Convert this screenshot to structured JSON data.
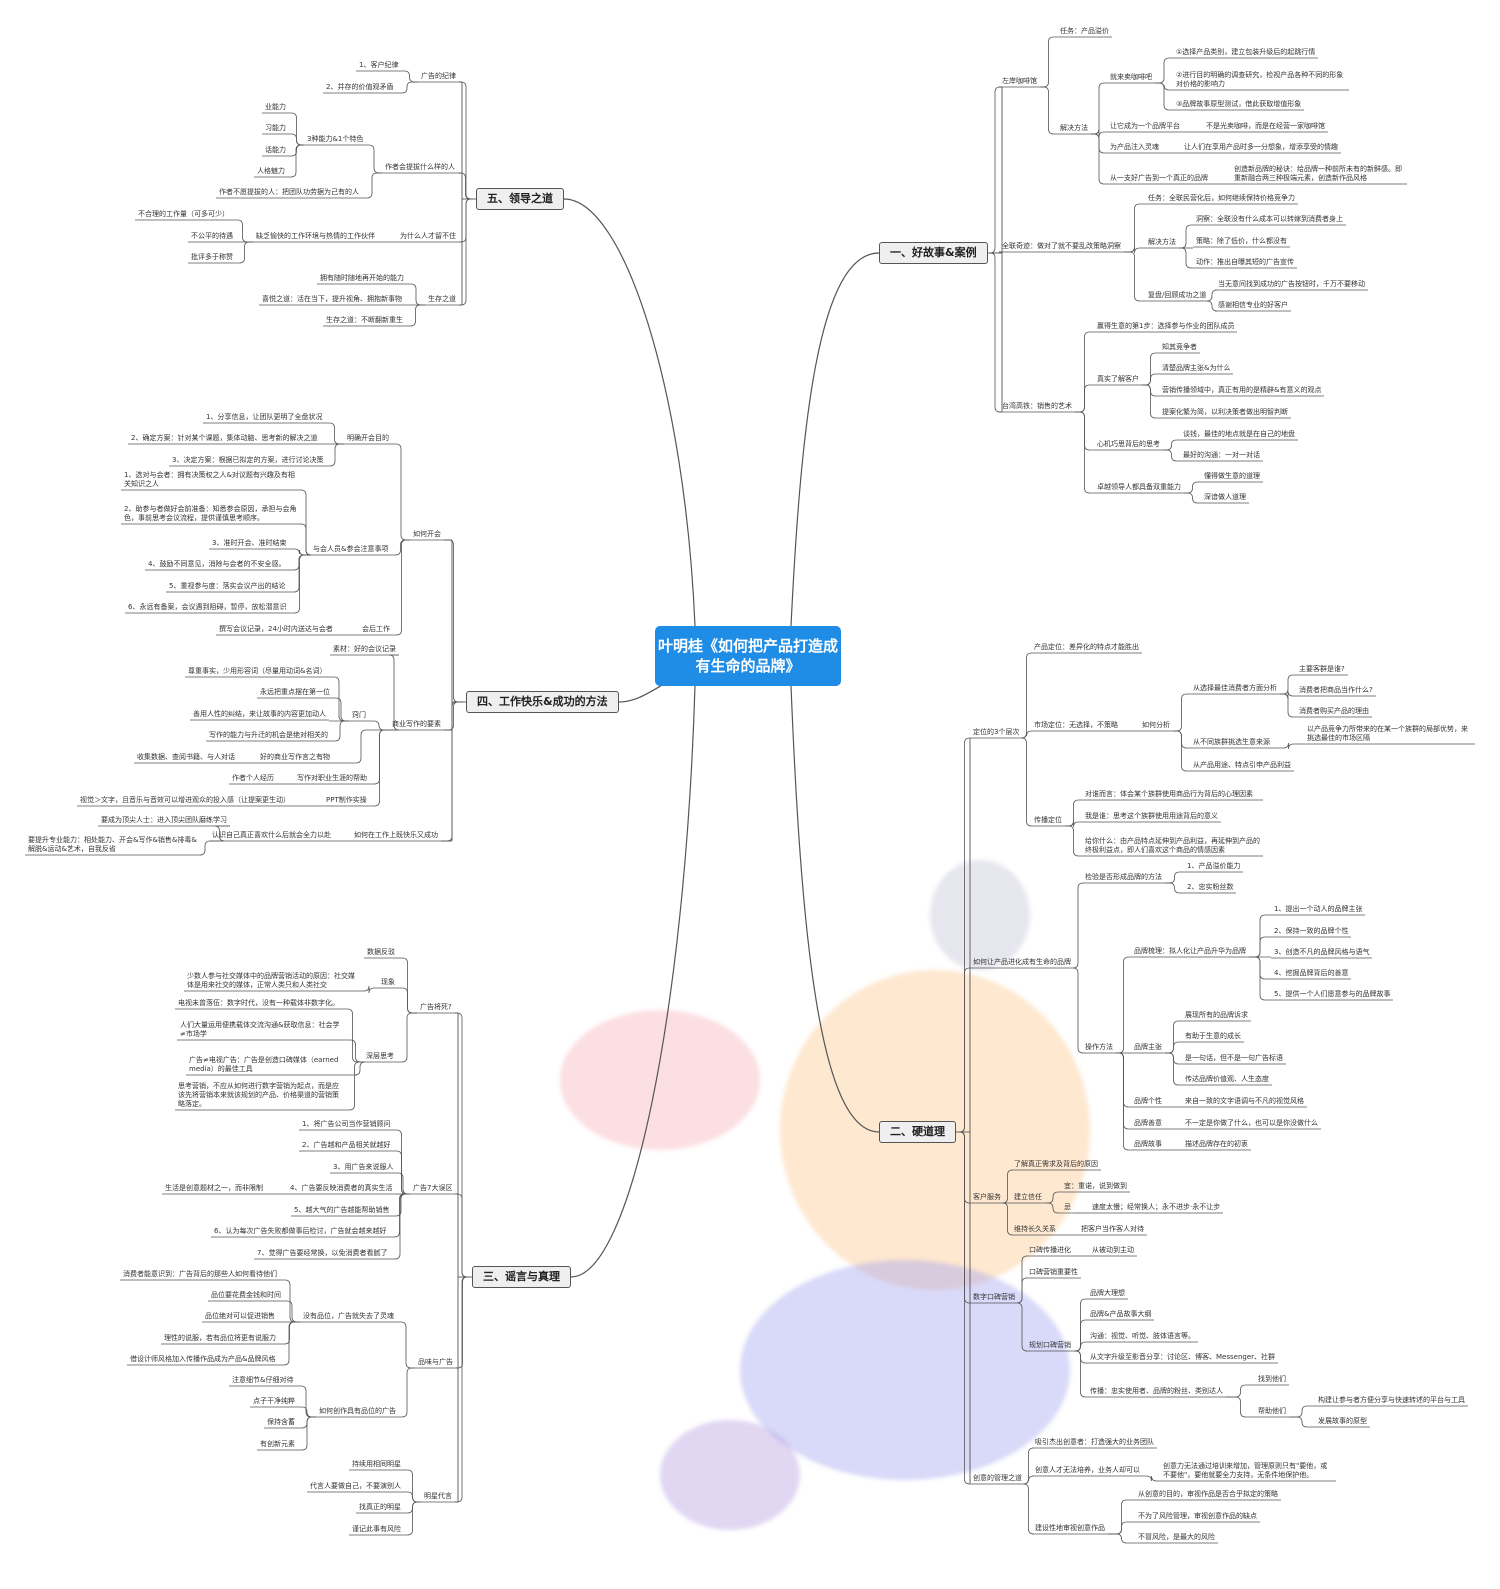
{
  "root": {
    "title": "叶明桂《如何把产品打造成有生命的品牌》"
  },
  "branches": {
    "b1": {
      "label": "一、好故事&案例"
    },
    "b2": {
      "label": "二、硬道理"
    },
    "b3": {
      "label": "三、谣言与真理"
    },
    "b4": {
      "label": "四、工作快乐&成功的方法"
    },
    "b5": {
      "label": "五、领导之道"
    }
  },
  "nodes": {
    "b1_1": "左岸咖啡馆",
    "b1_1a": "任务：产品溢价",
    "b1_1b": "解决方法",
    "b1_1b1": "就来卖咖啡吧",
    "b1_1b1a": "①选择产品类别，建立包装升级后的起跳行情",
    "b1_1b1b": "②进行目的明确的调查研究，检视产品各种不同的形象对价格的影响力",
    "b1_1b1c": "③品牌故事原型测试，借此获取增值形象",
    "b1_1b2": "让它成为一个品牌平台",
    "b1_1b2a": "不是光卖咖啡，而是在经营一家咖啡馆",
    "b1_1b3": "为产品注入灵魂",
    "b1_1b3a": "让人们在享用产品时多一分想象，增添享受的情趣",
    "b1_1b4": "从一支好广告到一个真正的品牌",
    "b1_1b4a": "创造新品牌的秘诀：给品牌一种前所未有的新鲜感。即重新融合两三种极端元素，创造新作品风格",
    "b1_2": "全联奇迹：做对了就不要乱改策略洞察",
    "b1_2a": "任务：全联民营化后，如何继续保持价格竞争力",
    "b1_2b": "解决方法",
    "b1_2b1": "洞察：全联没有什么成本可以转嫁到消费者身上",
    "b1_2b2": "策略：除了低价，什么都没有",
    "b1_2b3": "动作：推出自曝其短的广告宣传",
    "b1_2c": "复盘/回顾成功之道",
    "b1_2c1": "当无意间找到成功的广告按钮时，千万不要移动",
    "b1_2c2": "感谢相信专业的好客户",
    "b1_3": "台湾高铁：销售的艺术",
    "b1_3a": "赢得生意的第1步：选择参与作业的团队成员",
    "b1_3b": "真实了解客户",
    "b1_3b1": "知其竞争者",
    "b1_3b2": "清楚品牌主张&为什么",
    "b1_3b3": "营销传播领域中，真正有用的是精辟&有意义的观点",
    "b1_3b4": "提案化繁为简，以利决策者做出明智判断",
    "b1_3c": "心机巧思背后的思考",
    "b1_3c1": "谈钱，最佳的地点就是在自己的地盘",
    "b1_3c2": "最好的沟通：一对一对话",
    "b1_3d": "卓越领导人都具备双重能力",
    "b1_3d1": "懂得做生意的道理",
    "b1_3d2": "深谙做人道理",
    "b2_1": "定位的3个层次",
    "b2_1a": "产品定位：差异化的特点才能胜出",
    "b2_1b": "市场定位：无选择，不策略",
    "b2_1b0": "如何分析",
    "b2_1b1": "从选择最佳消费者方面分析",
    "b2_1b1a": "主要客群是谁?",
    "b2_1b1b": "消费者把商品当作什么?",
    "b2_1b1c": "消费者购买产品的理由",
    "b2_1b2": "从不同族群挑选生意来源",
    "b2_1b2a": "以产品竞争力所带来的在某一个族群的局部优势，来挑选最佳的市场区隔",
    "b2_1b3": "从产品用途、特点引申产品利益",
    "b2_1c": "传播定位",
    "b2_1c1": "对谁而言：体会某个族群使用商品行为背后的心理因素",
    "b2_1c2": "我是谁：思考这个族群使用用途背后的意义",
    "b2_1c3": "给你什么：由产品特点延伸到产品利益，再延伸到产品的终极利益点，即人们喜欢这个商品的情感因素",
    "b2_2": "如何让产品进化成有生命的品牌",
    "b2_2a": "检验是否形成品牌的方法",
    "b2_2a1": "1、产品溢价能力",
    "b2_2a2": "2、忠实粉丝数",
    "b2_2b": "操作方法",
    "b2_2b1": "品牌梳理：拟人化让产品升华为品牌",
    "b2_2b1a": "1、提出一个动人的品牌主张",
    "b2_2b1b": "2、保持一致的品牌个性",
    "b2_2b1c": "3、创造不凡的品牌风格与语气",
    "b2_2b1d": "4、挖掘品牌背后的善意",
    "b2_2b1e": "5、提供一个人们愿意参与的品牌故事",
    "b2_2b2": "品牌主张",
    "b2_2b2a": "展现所有的品牌诉求",
    "b2_2b2b": "有助于生意的成长",
    "b2_2b2c": "是一句话，但不是一句广告标语",
    "b2_2b2d": "传达品牌价值观、人生态度",
    "b2_2b3": "品牌个性",
    "b2_2b3a": "来自一致的文字语调与不凡的视觉风格",
    "b2_2b4": "品牌善意",
    "b2_2b4a": "不一定是你做了什么，也可以是你没做什么",
    "b2_2b5": "品牌故事",
    "b2_2b5a": "描述品牌存在的初衷",
    "b2_3": "客户服务",
    "b2_3a": "了解真正需求及背后的原因",
    "b2_3b": "建立信任",
    "b2_3b1": "宜：重诺，说到做到",
    "b2_3b2": "忌",
    "b2_3b2a": "速度太慢；经常换人；永不进步·永不让步",
    "b2_3c": "维持长久关系",
    "b2_3c1": "把客户当作客人对待",
    "b2_4": "数字口碑营销",
    "b2_4a": "口碑传播进化",
    "b2_4a1": "从被动到主动",
    "b2_4b": "口碑营销重要性",
    "b2_4c": "规划口碑营销",
    "b2_4c1": "品牌大理想",
    "b2_4c2": "品牌&产品故事大纲",
    "b2_4c3": "沟通：视觉、听觉、肢体语言等。",
    "b2_4c4": "从文字升级至影音分享：讨论区、博客、Messenger、社群",
    "b2_4c5": "传播：忠实使用者、品牌的粉丝、类别达人",
    "b2_4c5a": "找到他们",
    "b2_4c5b": "帮助他们",
    "b2_4c5b1": "构建让参与者方便分享与快速转述的平台与工具",
    "b2_4c5b2": "发展故事的原型",
    "b2_5": "创意的管理之道",
    "b2_5a": "吸引杰出创意者：打造强大的业务团队",
    "b2_5b": "创意人才无法培养，业务人却可以",
    "b2_5b1": "创意力无法通过培训来增加，管理原则只有\"要他，或不要他\"，要他就要全力支持，无条件地保护他。",
    "b2_5c": "建设性地审视创意作品",
    "b2_5c1": "从创意的目的，审视作品是否合乎拟定的策略",
    "b2_5c2": "不为了风险管理，审视创意作品的缺点",
    "b2_5c3": "不冒风险，是最大的风险",
    "b3_1": "广告将死?",
    "b3_1a": "数据反驳",
    "b3_1b": "现象",
    "b3_1b1": "少数人参与社交媒体中的品牌营销活动的原因：社交媒体是用来社交的媒体，正常人类只和人类社交",
    "b3_1c": "深层思考",
    "b3_1c1": "电视未曾落伍：数字时代，没有一种载体非数字化。",
    "b3_1c2": "人们大量运用便携载体交流沟通&获取信息：社会学≠市场学",
    "b3_1c3": "广告≠电视广告：广告是创造口碑媒体（earned media）的最佳工具",
    "b3_1c4": "思考营销，不应从如何进行数字营销为起点，而是应该先将营销本来就该规划的产品、价格渠道的营销策略落定。",
    "b3_2": "广告7大误区",
    "b3_2a": "1、将广告公司当作营销顾问",
    "b3_2b": "2、广告越和产品相关就越好",
    "b3_2c": "3、用广告来说服人",
    "b3_2d": "4、广告要反映消费者的真实生活",
    "b3_2d1": "生活是创意题材之一，而非限制",
    "b3_2e": "5、越大气的广告越能帮助销售",
    "b3_2f": "6、认为每次广告失败都做事后检讨，广告就会越来越好",
    "b3_2g": "7、觉得广告要经常换，以免消费者看腻了",
    "b3_3": "品味与广告",
    "b3_3a": "没有品位，广告就失去了灵魂",
    "b3_3a1": "消费者能意识到：广告背后的那些人如何看待他们",
    "b3_3a2": "品位要花费金钱和时间",
    "b3_3a3": "品位绝对可以促进销售",
    "b3_3a4": "理性的说服，若有品位将更有说服力",
    "b3_3a5": "借设计师风格加入传播作品成为产品&品牌风格",
    "b3_3b": "如何创作具有品位的广告",
    "b3_3b1": "注意细节&仔细对待",
    "b3_3b2": "点子干净纯粹",
    "b3_3b3": "保持含蓄",
    "b3_3b4": "有创新元素",
    "b3_4": "明星代言",
    "b3_4a": "持续用相同明星",
    "b3_4b": "代言人要做自己，不要演别人",
    "b3_4c": "找真正的明星",
    "b3_4d": "谨记此事有风险",
    "b4_1": "如何开会",
    "b4_1a": "明确开会目的",
    "b4_1a1": "1、分享信息，让团队更明了全盘状况",
    "b4_1a2": "2、确定方案：针对某个课题，集体动脑、思考新的解决之道",
    "b4_1a3": "3、决定方案：根据已拟定的方案，进行讨论决策",
    "b4_1b": "与会人员&参会注意事项",
    "b4_1b1": "1、选对与会者：拥有决策权之人&对议题有兴趣及有相关知识之人",
    "b4_1b2": "2、助参与者做好会前准备：知悉参会原因，承担与会角色，事前思考会议流程，提供谨慎思考顺序。",
    "b4_1b3": "3、准时开会、准时结束",
    "b4_1b4": "4、鼓励不同意见，消除与会者的不安全感。",
    "b4_1b5": "5、重视参与度：落实会议产出的结论",
    "b4_1b6": "6、永远有备案，会议遇到阻碍，暂停，放松潜意识",
    "b4_1c": "会后工作",
    "b4_1c1": "撰写会议记录，24小时内送达与会者",
    "b4_2": "商业写作的要素",
    "b4_2a": "素材：好的会议记录",
    "b4_2b": "窍门",
    "b4_2b1": "尊重事实，少用形容词（尽量用动词&名词）",
    "b4_2b2": "永远把重点摆在第一位",
    "b4_2b3": "善用人性的纠结，来让故事的内容更加动人",
    "b4_2b4": "写作的能力与升迁的机会是绝对相关的",
    "b4_2c": "好的商业写作言之有物",
    "b4_2c1": "收集数据、查阅书籍、与人对话",
    "b4_2d": "写作对职业生涯的帮助",
    "b4_2d1": "作者个人经历",
    "b4_2e": "PPT制作实操",
    "b4_2e1": "视觉＞文字，且音乐与音效可以增进观众的投入感（让提案更生动）",
    "b4_3": "如何在工作上既快乐又成功",
    "b4_3a": "认识自己真正喜欢什么后就会全力以赴",
    "b4_3a1": "要成为顶尖人士：进入顶尖团队磨练学习",
    "b4_3a2": "要提升专业能力：相处能力、开会&写作&销售&排毒&解脱&运动&艺术，自我反省",
    "b5_1": "广告的纪律",
    "b5_1a": "1、客户纪律",
    "b5_1b": "2、并存的价值观矛盾",
    "b5_2": "作者会提拔什么样的人",
    "b5_2a": "3种能力&1个特色",
    "b5_2a1": "业能力",
    "b5_2a2": "习能力",
    "b5_2a3": "话能力",
    "b5_2a4": "人格魅力",
    "b5_2b": "作者不愿提拔的人：把团队功劳据为己有的人",
    "b5_3": "为什么人才留不住",
    "b5_3a": "缺乏愉快的工作环境与热情的工作伙伴",
    "b5_3a1": "不合理的工作量（可多可少）",
    "b5_3a2": "不公平的待遇",
    "b5_3a3": "批评多于称赞",
    "b5_4": "生存之道",
    "b5_4a": "拥有随时随地再开始的能力",
    "b5_4b": "喜悦之道：活在当下，提升视角、拥抱新事物",
    "b5_4c": "生存之道：不断翻新重生"
  },
  "colors": {
    "accent": "#1f8ce6",
    "branch_border": "#555555",
    "branch_fill": "#efefef",
    "line": "#555555"
  }
}
